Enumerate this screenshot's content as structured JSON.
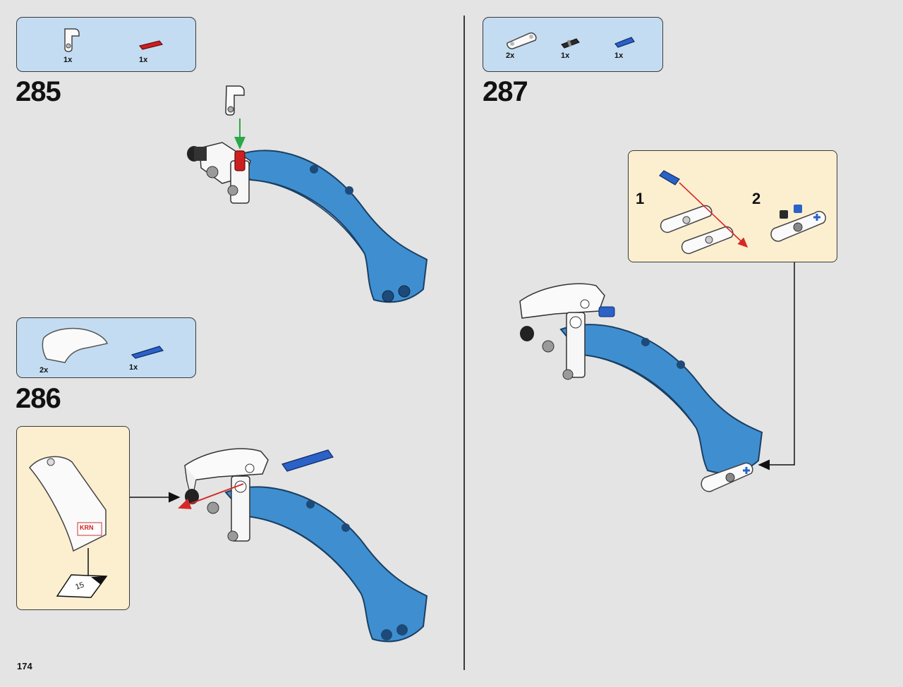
{
  "page": {
    "page_number": "174",
    "colors": {
      "background": "#e4e4e4",
      "parts_box": "#c3dcf2",
      "callout_box": "#fcefcf",
      "frame_blue": "#3f8fd0",
      "pin_red": "#cc2020",
      "pin_blue": "#2a62c8",
      "arrow_red": "#d62828",
      "arrow_green": "#2aa84a"
    }
  },
  "steps": [
    {
      "number": "285",
      "parts": [
        {
          "icon": "white-angle-connector-icon",
          "qty": "1x"
        },
        {
          "icon": "red-axle-pin-icon",
          "qty": "1x"
        }
      ]
    },
    {
      "number": "286",
      "parts": [
        {
          "icon": "white-curved-panel-icon",
          "qty": "2x"
        },
        {
          "icon": "blue-long-pin-icon",
          "qty": "1x"
        }
      ],
      "callout": {
        "sticker_number": "15",
        "sticker_text": "KRN"
      }
    },
    {
      "number": "287",
      "parts": [
        {
          "icon": "white-liftarm-icon",
          "qty": "2x"
        },
        {
          "icon": "black-pin-icon",
          "qty": "1x"
        },
        {
          "icon": "blue-axle-pin-icon",
          "qty": "1x"
        }
      ],
      "callout": {
        "substeps": [
          "1",
          "2"
        ]
      }
    }
  ]
}
